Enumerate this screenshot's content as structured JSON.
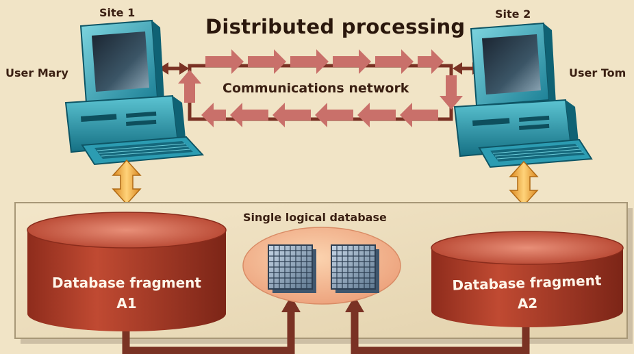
{
  "title": "Distributed processing",
  "sites": [
    {
      "site": "Site 1",
      "user": "User Mary"
    },
    {
      "site": "Site 2",
      "user": "User Tom"
    }
  ],
  "network_label": "Communications network",
  "database": {
    "label": "Single logical database",
    "fragments": [
      {
        "name": "Database fragment",
        "id": "A1"
      },
      {
        "name": "Database fragment",
        "id": "A2"
      }
    ]
  },
  "colors": {
    "background": "#f1e4c6",
    "network_arrow": "#c9706a",
    "connector": "#7a3224",
    "cylinder": "#b7402b",
    "double_arrow": "#f0b04a"
  }
}
